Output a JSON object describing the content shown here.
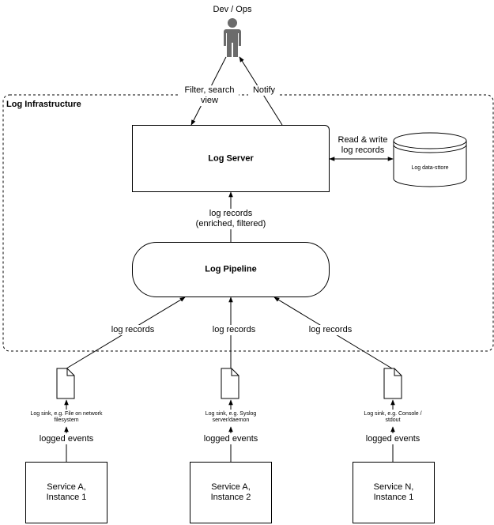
{
  "actor": {
    "label": "Dev / Ops"
  },
  "infrastructure": {
    "label": "Log Infrastructure"
  },
  "links": {
    "filter_view": "Filter, search view",
    "notify": "Notify",
    "read_write": "Read & write log records",
    "enriched": "log records (enriched, filtered)",
    "log_records": "log records"
  },
  "log_server": {
    "label": "Log Server"
  },
  "datastore": {
    "label": "Log data-sttore"
  },
  "pipeline": {
    "label": "Log Pipeline"
  },
  "sinks": [
    {
      "label": "Log sink, e.g. File on network filesystem"
    },
    {
      "label": "Log sink, e.g. Syslog server/daemon"
    },
    {
      "label": "Log sink, e.g. Console / stdout"
    }
  ],
  "logged_events": "logged events",
  "services": [
    {
      "label": "Service A, Instance 1"
    },
    {
      "label": "Service A, Instance 2"
    },
    {
      "label": "Service N, Instance 1"
    }
  ]
}
